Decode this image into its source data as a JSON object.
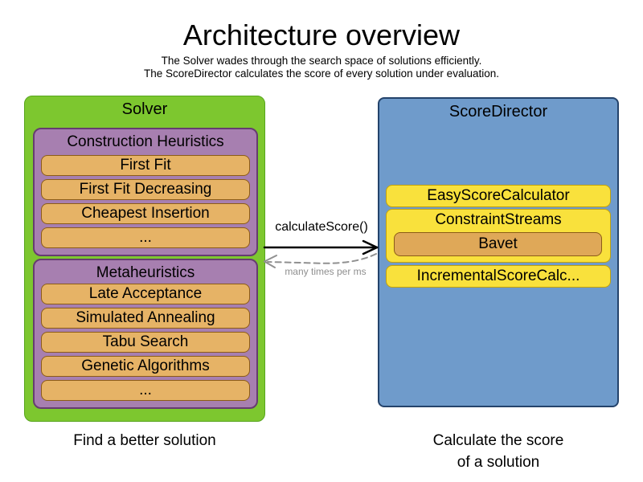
{
  "palette": {
    "solver_green": "#7dc72f",
    "solver_green_border": "#57a51d",
    "phase_purple": "#a77fb0",
    "phase_purple_border": "#663c70",
    "algorithm_orange": "#e6b366",
    "algorithm_orange_border": "#8c5c17",
    "score_director_blue": "#6f9bcb",
    "score_director_blue_border": "#24436b",
    "calculator_yellow": "#f9e13c",
    "calculator_yellow_border": "#c3a209",
    "bavet_orange": "#dfa858",
    "return_arrow_gray": "#8f8f8f"
  },
  "header": {
    "title": "Architecture overview",
    "subtitle_lines": [
      "The Solver wades through the search space of solutions efficiently.",
      "The ScoreDirector calculates the score of every solution under evaluation."
    ]
  },
  "solver": {
    "title": "Solver",
    "caption": "Find a better solution",
    "groups": [
      {
        "title": "Construction Heuristics",
        "items": [
          "First Fit",
          "First Fit Decreasing",
          "Cheapest Insertion",
          "..."
        ]
      },
      {
        "title": "Metaheuristics",
        "items": [
          "Late Acceptance",
          "Simulated Annealing",
          "Tabu Search",
          "Genetic Algorithms",
          "..."
        ]
      }
    ]
  },
  "score_director": {
    "title": "ScoreDirector",
    "caption_lines": [
      "Calculate the score",
      "of a solution"
    ],
    "calculators": [
      {
        "label": "EasyScoreCalculator"
      },
      {
        "label": "ConstraintStreams",
        "sub": "Bavet"
      },
      {
        "label": "IncrementalScoreCalc..."
      }
    ]
  },
  "interaction": {
    "call_label": "calculateScore()",
    "return_label": "many times per ms"
  }
}
